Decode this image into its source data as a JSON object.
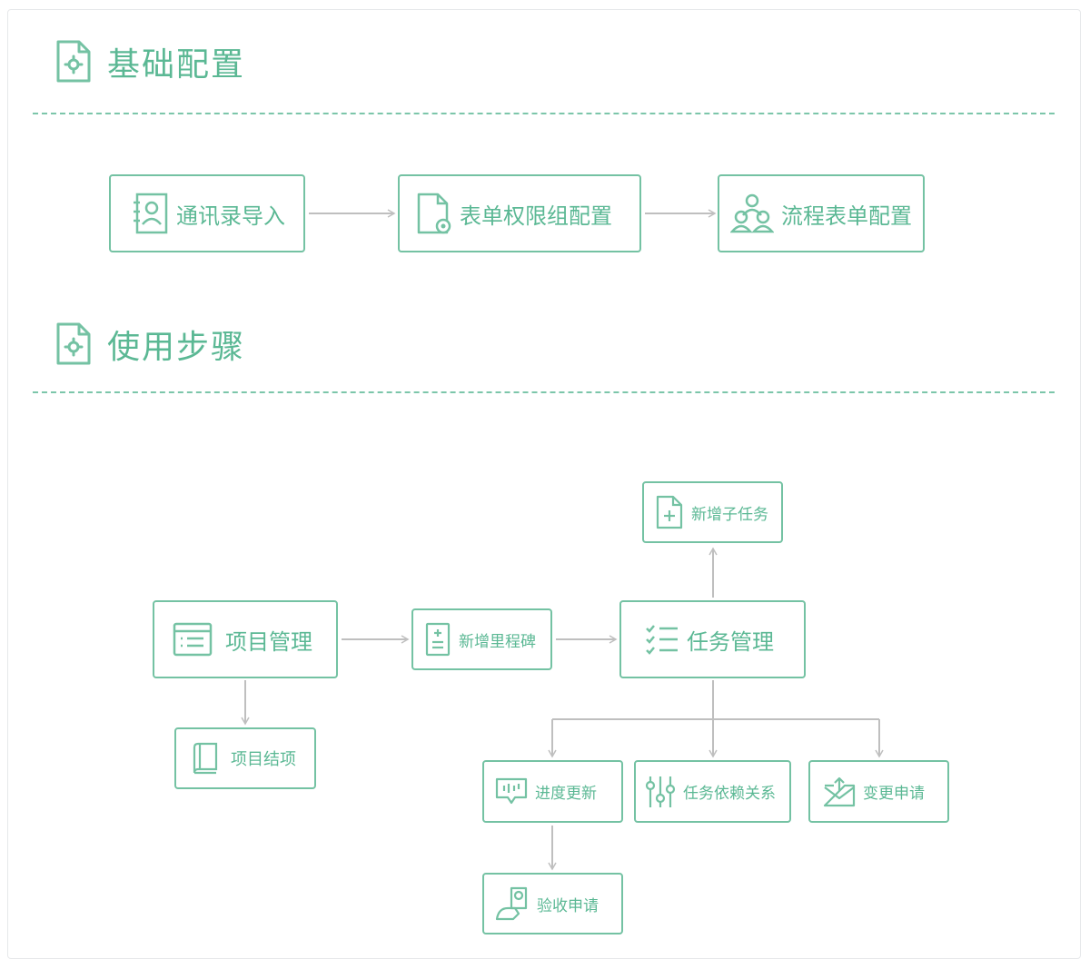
{
  "sections": {
    "basic": {
      "title": "基础配置"
    },
    "usage": {
      "title": "使用步骤"
    }
  },
  "basic_flow": {
    "contacts_import": "通讯录导入",
    "form_permission_group": "表单权限组配置",
    "process_form_config": "流程表单配置"
  },
  "usage_flow": {
    "project_management": "项目管理",
    "project_closure": "项目结项",
    "add_milestone": "新增里程碑",
    "task_management": "任务管理",
    "add_subtask": "新增子任务",
    "progress_update": "进度更新",
    "task_dependency": "任务依赖关系",
    "change_request": "变更申请",
    "acceptance_request": "验收申请"
  },
  "colors": {
    "accent": "#5bb894",
    "border": "#74c2a3",
    "connector": "#bfbfbf"
  }
}
